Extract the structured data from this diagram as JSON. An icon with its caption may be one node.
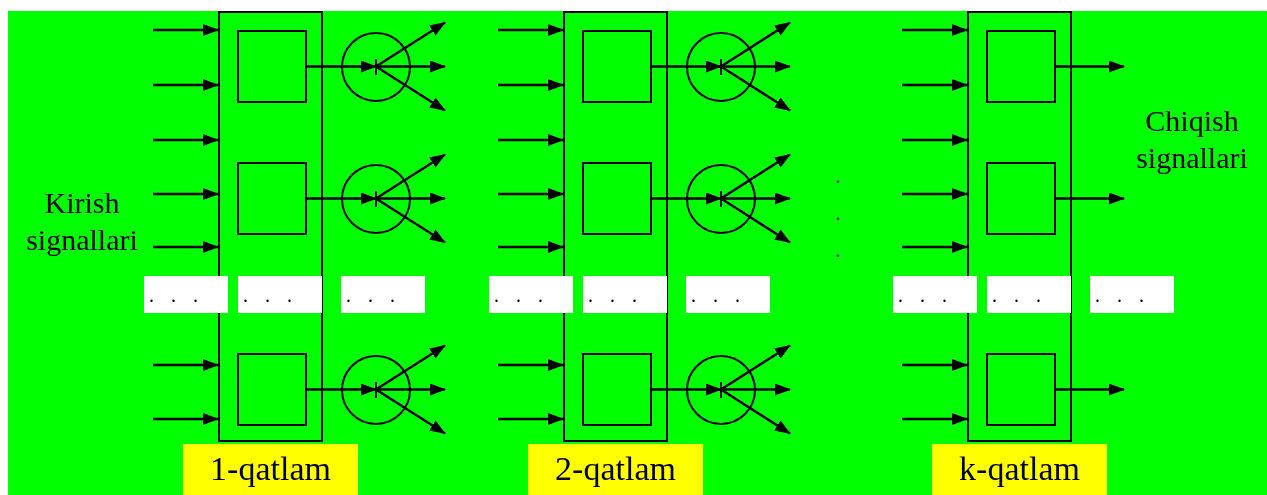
{
  "diagram": {
    "nodes": [
      {
        "text": [
          "1-qatlam"
        ]
      },
      {
        "text": [],
        "shape": "box",
        "in": 0
      },
      {
        "text": [],
        "shape": "box",
        "in": 0
      },
      {
        "text": [],
        "shape": "box",
        "in": 0
      },
      {
        "text": [
          ". . ."
        ],
        "in": 0
      },
      {
        "text": [
          ". . ."
        ]
      },
      {
        "text": [
          ". . ."
        ]
      },
      {
        "text": [],
        "shape": "circle"
      },
      {
        "text": [],
        "shape": "circle"
      },
      {
        "text": [],
        "shape": "circle"
      },
      {
        "text": [
          "2-qatlam"
        ]
      },
      {
        "text": [],
        "shape": "box",
        "in": 10
      },
      {
        "text": [],
        "shape": "box",
        "in": 10
      },
      {
        "text": [],
        "shape": "box",
        "in": 10
      },
      {
        "text": [
          ". . ."
        ],
        "in": 10
      },
      {
        "text": [
          ". . ."
        ]
      },
      {
        "text": [
          ". . ."
        ]
      },
      {
        "text": [],
        "shape": "circle"
      },
      {
        "text": [],
        "shape": "circle"
      },
      {
        "text": [],
        "shape": "circle"
      },
      {
        "text": [
          "k-qatlam"
        ]
      },
      {
        "text": [],
        "shape": "box",
        "in": 20
      },
      {
        "text": [],
        "shape": "box",
        "in": 20
      },
      {
        "text": [],
        "shape": "box",
        "in": 20
      },
      {
        "text": [
          ". . ."
        ],
        "in": 20
      },
      {
        "text": [
          ". . ."
        ]
      },
      {
        "text": [
          ". . ."
        ]
      }
    ],
    "edges": [
      {
        "from": null,
        "to": 0,
        "arrow": "to"
      },
      {
        "from": null,
        "to": 0,
        "arrow": "to"
      },
      {
        "from": null,
        "to": 0,
        "arrow": "to"
      },
      {
        "from": null,
        "to": 0,
        "arrow": "to"
      },
      {
        "from": null,
        "to": 0,
        "arrow": "to"
      },
      {
        "from": null,
        "to": 0,
        "arrow": "to"
      },
      {
        "from": null,
        "to": 0,
        "arrow": "to"
      },
      {
        "from": 1,
        "to": 7,
        "arrow": "to"
      },
      {
        "from": 2,
        "to": 8,
        "arrow": "to"
      },
      {
        "from": 3,
        "to": 9,
        "arrow": "to"
      },
      {
        "from": 7,
        "to": null,
        "arrow": "to"
      },
      {
        "from": 7,
        "to": null,
        "arrow": "to"
      },
      {
        "from": 7,
        "to": null,
        "arrow": "to"
      },
      {
        "from": 8,
        "to": null,
        "arrow": "to"
      },
      {
        "from": 8,
        "to": null,
        "arrow": "to"
      },
      {
        "from": 8,
        "to": null,
        "arrow": "to"
      },
      {
        "from": 9,
        "to": null,
        "arrow": "to"
      },
      {
        "from": 9,
        "to": null,
        "arrow": "to"
      },
      {
        "from": 9,
        "to": null,
        "arrow": "to"
      },
      {
        "from": null,
        "to": 10,
        "arrow": "to"
      },
      {
        "from": null,
        "to": 10,
        "arrow": "to"
      },
      {
        "from": null,
        "to": 10,
        "arrow": "to"
      },
      {
        "from": null,
        "to": 10,
        "arrow": "to"
      },
      {
        "from": null,
        "to": 10,
        "arrow": "to"
      },
      {
        "from": null,
        "to": 10,
        "arrow": "to"
      },
      {
        "from": null,
        "to": 10,
        "arrow": "to"
      },
      {
        "from": 11,
        "to": 17,
        "arrow": "to"
      },
      {
        "from": 12,
        "to": 18,
        "arrow": "to"
      },
      {
        "from": 13,
        "to": 19,
        "arrow": "to"
      },
      {
        "from": 17,
        "to": null,
        "arrow": "to"
      },
      {
        "from": 17,
        "to": null,
        "arrow": "to"
      },
      {
        "from": 17,
        "to": null,
        "arrow": "to"
      },
      {
        "from": 18,
        "to": null,
        "arrow": "to"
      },
      {
        "from": 18,
        "to": null,
        "arrow": "to"
      },
      {
        "from": 18,
        "to": null,
        "arrow": "to"
      },
      {
        "from": 19,
        "to": null,
        "arrow": "to"
      },
      {
        "from": 19,
        "to": null,
        "arrow": "to"
      },
      {
        "from": 19,
        "to": null,
        "arrow": "to"
      },
      {
        "from": null,
        "to": 20,
        "arrow": "to"
      },
      {
        "from": null,
        "to": 20,
        "arrow": "to"
      },
      {
        "from": null,
        "to": 20,
        "arrow": "to"
      },
      {
        "from": null,
        "to": 20,
        "arrow": "to"
      },
      {
        "from": null,
        "to": 20,
        "arrow": "to"
      },
      {
        "from": null,
        "to": 20,
        "arrow": "to"
      },
      {
        "from": null,
        "to": 20,
        "arrow": "to"
      },
      {
        "from": 21,
        "to": null,
        "arrow": "to"
      },
      {
        "from": 22,
        "to": null,
        "arrow": "to"
      },
      {
        "from": 23,
        "to": null,
        "arrow": "to"
      }
    ],
    "labels": [
      "Kirish signallari",
      "Chiqish signallari",
      ". . ."
    ]
  }
}
